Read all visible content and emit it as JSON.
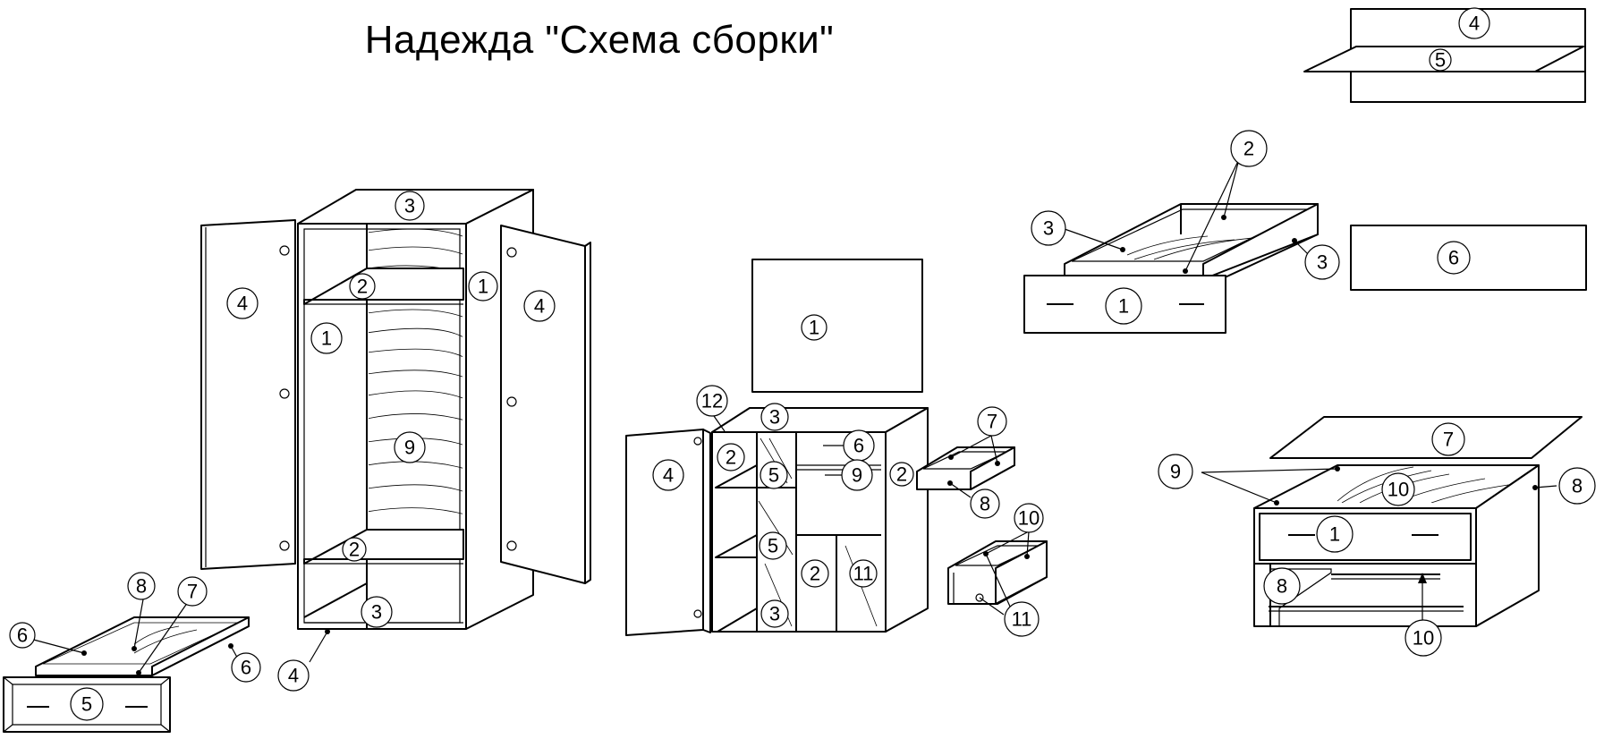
{
  "title": "Надежда  \"Схема сборки\"",
  "callouts": {
    "panel": [
      "4",
      "5",
      "6"
    ],
    "wardrobe": [
      "3",
      "2",
      "1",
      "4",
      "1",
      "4",
      "9",
      "2",
      "3",
      "4"
    ],
    "wardrobe_drawer": [
      "8",
      "7",
      "6",
      "6",
      "5"
    ],
    "upper_drawer": [
      "2",
      "3",
      "3",
      "1"
    ],
    "chest": [
      "1",
      "12",
      "3",
      "2",
      "6",
      "5",
      "9",
      "2",
      "4",
      "5",
      "2",
      "11",
      "3"
    ],
    "small_drawer": [
      "7",
      "8"
    ],
    "drawer_box": [
      "10",
      "11"
    ],
    "nightstand": [
      "7",
      "9",
      "10",
      "8",
      "1",
      "8",
      "10"
    ]
  }
}
